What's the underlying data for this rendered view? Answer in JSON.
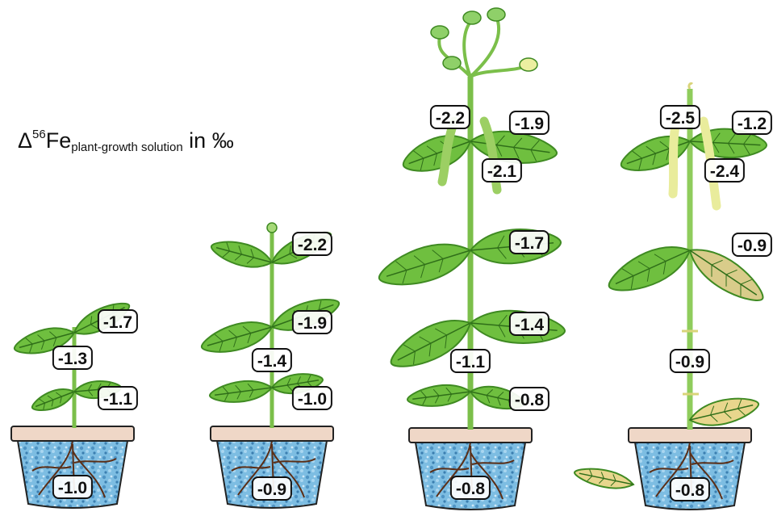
{
  "title": {
    "delta_symbol": "Δ",
    "isotope": "56",
    "element": "Fe",
    "subscript": "plant-growth solution",
    "unit": " in ‰"
  },
  "colors": {
    "leaf": "#6fbf3f",
    "leaf_dark": "#3f8a22",
    "leaf_vein": "#2f6e19",
    "stem": "#7bbf4a",
    "senescent_leaf": "#d9cc8a",
    "pot_rim": "#efd7c7",
    "soil": "#6fb4dc",
    "roots": "#5b2e16"
  },
  "plants": [
    {
      "stage": 1,
      "labels": {
        "upper_leaf": "-1.7",
        "stem": "-1.3",
        "lower_leaf": "-1.1",
        "roots": "-1.0"
      }
    },
    {
      "stage": 2,
      "labels": {
        "top_leaf": "-2.2",
        "upper_leaf": "-1.9",
        "stem": "-1.4",
        "lower_leaf": "-1.0",
        "roots": "-0.9"
      }
    },
    {
      "stage": 3,
      "labels": {
        "pod_left": "-2.2",
        "pod_right": "-1.9",
        "pod_seed": "-2.1",
        "upper_leaf": "-1.7",
        "middle_leaf": "-1.4",
        "stem": "-1.1",
        "lower_leaf": "-0.8",
        "roots": "-0.8"
      }
    },
    {
      "stage": 4,
      "labels": {
        "pod_left": "-2.5",
        "leaf_right": "-1.2",
        "pod_seed": "-2.4",
        "senescent_leaf": "-0.9",
        "stem": "-0.9",
        "roots": "-0.8"
      }
    }
  ]
}
